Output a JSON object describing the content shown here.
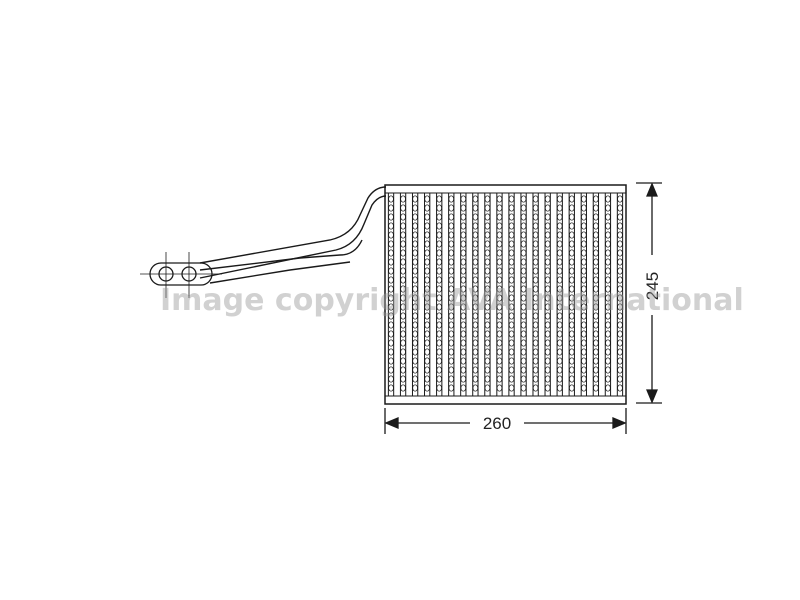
{
  "drawing": {
    "width_label": "260",
    "height_label": "245",
    "fin_columns": 20,
    "watermark": "Image copyright AVA International",
    "colors": {
      "line": "#1a1a1a",
      "watermark": "#9a9a9a"
    }
  }
}
